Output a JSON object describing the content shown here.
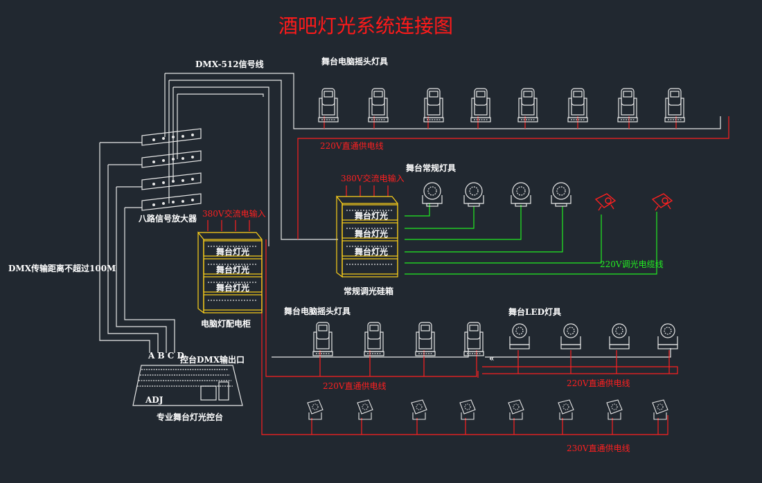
{
  "title": "酒吧灯光系统连接图",
  "labels": {
    "dmx_line": "DMX-512信号线",
    "moving_head_top": "舞台电脑摇头灯具",
    "power_220_top": "220V直通供电线",
    "par_lights": "舞台常规灯具",
    "input_380_right": "380V交流电输入",
    "input_380_left": "380V交流电输入",
    "amplifier": "八路信号放大器",
    "dmx_distance": "DMX传输距离不超过100M",
    "dimmer_cabinet": "常规调光硅箱",
    "power_cabinet": "电脑灯配电柜",
    "dimmer_cable": "220V调光电缆线",
    "moving_head_mid": "舞台电脑摇头灯具",
    "led_lights": "舞台LED灯具",
    "console_output": "控台DMX输出口",
    "power_220_mid_left": "220V直通供电线",
    "power_220_mid_right": "220V直通供电线",
    "console": "专业舞台灯光控台",
    "power_230_bottom": "230V直通供电线",
    "port_letters": "A B C D",
    "cabinet_text": "舞台灯光",
    "console_brand": "ADJ"
  },
  "colors": {
    "background": "#212830",
    "power_line": "#ff2020",
    "dmx_line": "#e8e8e8",
    "dimmer_line": "#22ee22",
    "cabinet": "#ffd21a"
  }
}
